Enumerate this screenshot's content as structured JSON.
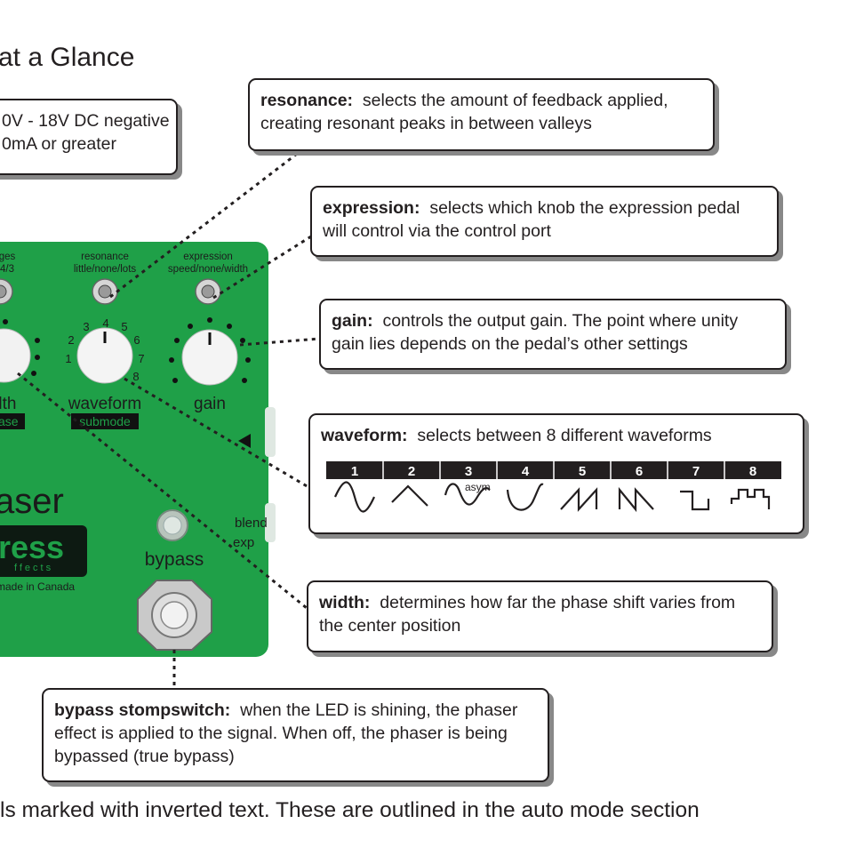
{
  "page_title": "at a Glance",
  "power_box": {
    "line1": "0V - 18V DC negative",
    "line2": "0mA or greater"
  },
  "callouts": {
    "resonance": {
      "term": "resonance:",
      "text": "selects the amount of feedback applied, creating resonant peaks in between valleys"
    },
    "expression": {
      "term": "expression:",
      "text": "selects which knob the expression pedal will control via the control port"
    },
    "gain": {
      "term": "gain:",
      "text": "controls the output gain. The point where unity gain lies depends on the pedal’s other settings"
    },
    "waveform": {
      "term": "waveform:",
      "text": "selects between 8 different waveforms"
    },
    "width": {
      "term": "width:",
      "text": "determines how far the phase shift varies from the center position"
    },
    "bypass": {
      "term": "bypass stompswitch:",
      "text": "when the LED is shining, the phaser effect is applied to the signal.  When off, the phaser is being bypassed (true bypass)"
    }
  },
  "waveform_table": {
    "numbers": [
      "1",
      "2",
      "3",
      "4",
      "5",
      "6",
      "7",
      "8"
    ],
    "asym_label": "asym",
    "shapes": [
      "sine",
      "triangle",
      "asym-sine",
      "rounded",
      "sawtooth-up",
      "sawtooth-down",
      "square",
      "stepped"
    ]
  },
  "pedal": {
    "color": "#1fa048",
    "toggle_labels": [
      {
        "top": "ges",
        "bottom": "4/3"
      },
      {
        "top": "resonance",
        "bottom": "little/none/lots"
      },
      {
        "top": "expression",
        "bottom": "speed/none/width"
      }
    ],
    "knob_labels": {
      "width": "dth",
      "width_inverted": "ase",
      "waveform": "waveform",
      "waveform_inverted": "submode",
      "gain": "gain"
    },
    "waveform_knob_numbers": [
      "1",
      "2",
      "3",
      "4",
      "5",
      "6",
      "7",
      "8"
    ],
    "name": "aser",
    "brand": "ress",
    "brand_sub": "ffects",
    "made_in": "made in Canada",
    "blend_label": "blend",
    "exp_label": "exp",
    "bypass_label": "bypass"
  },
  "footer_text": "ls marked with inverted text.  These are outlined in the auto mode section"
}
